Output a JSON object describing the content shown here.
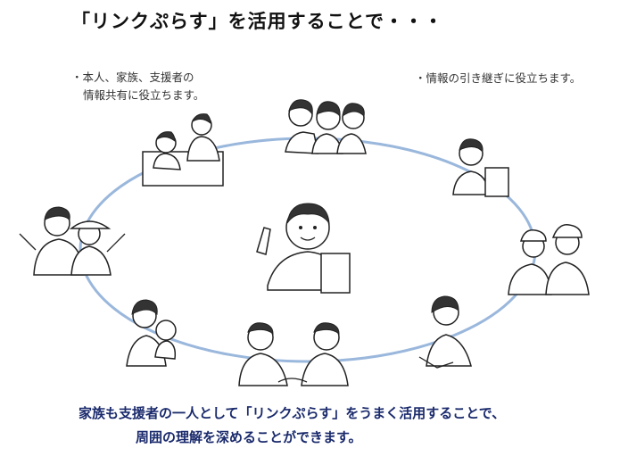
{
  "title": "「リンクぷらす」を活用することで・・・",
  "notes": {
    "left_line1": "・本人、家族、支援者の",
    "left_line2": "情報共有に役立ちます。",
    "right_line1": "・情報の引き継ぎに役立ちます。"
  },
  "bottom": {
    "line1": "家族も支援者の一人として「リンクぷらす」をうまく活用することで、",
    "line2": "周囲の理解を深めることができます。"
  },
  "colors": {
    "ellipse": "#9ab7dc",
    "bottom_text": "#1a2a6c"
  }
}
